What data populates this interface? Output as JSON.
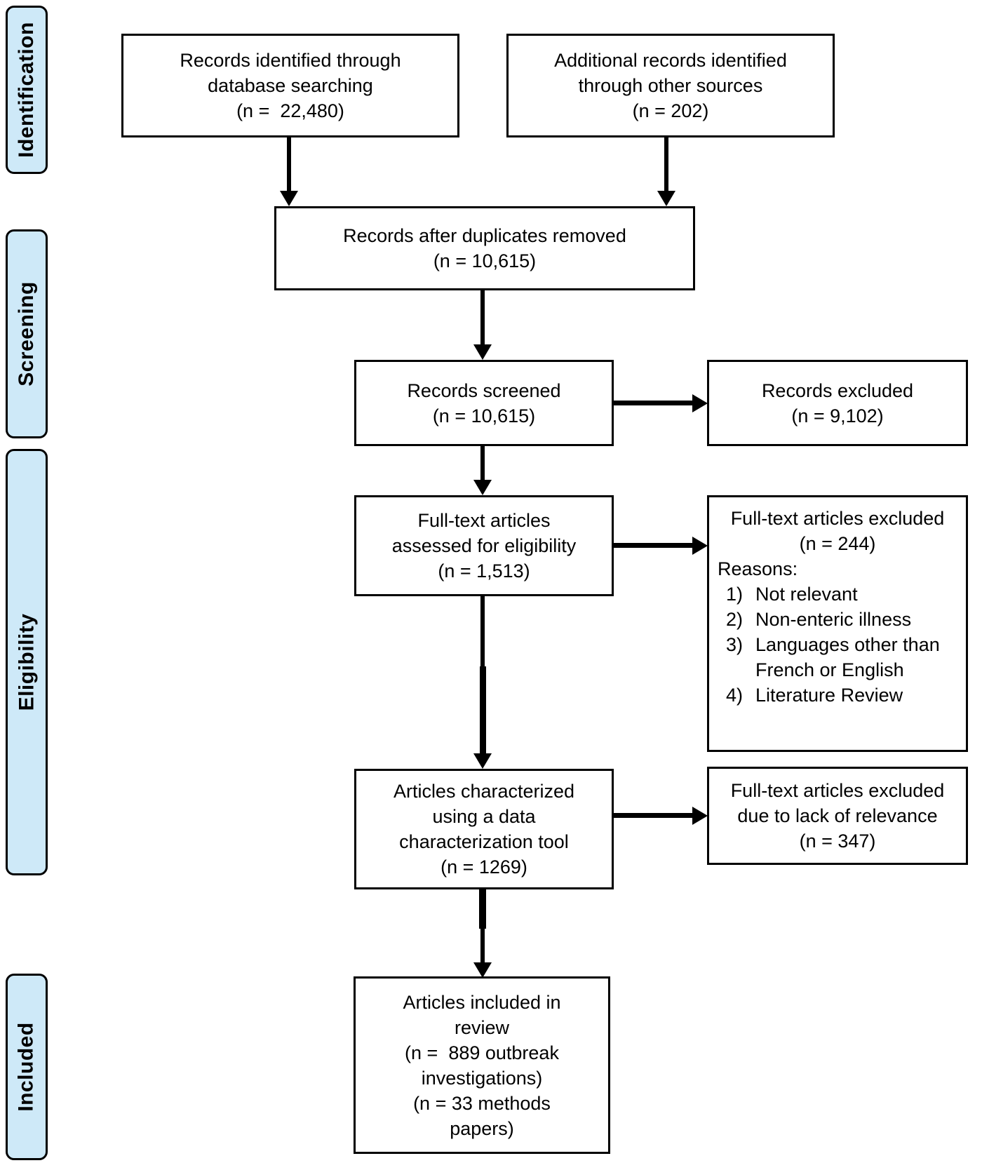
{
  "palette": {
    "stage_fill": "#cee9f8",
    "stage_border": "#000000",
    "box_fill": "#ffffff",
    "box_border": "#000000",
    "arrow": "#000000"
  },
  "stages": [
    {
      "label": "Identification"
    },
    {
      "label": "Screening"
    },
    {
      "label": "Eligibility"
    },
    {
      "label": "Included"
    }
  ],
  "boxes": {
    "identified": {
      "lines": [
        "Records identified through",
        "database searching",
        "(n =  22,480)"
      ]
    },
    "additional": {
      "lines": [
        "Additional records identified",
        "through other sources",
        "(n = 202)"
      ]
    },
    "deduplicated": {
      "lines": [
        "Records after duplicates removed",
        "(n = 10,615)"
      ]
    },
    "screened": {
      "lines": [
        "Records screened",
        "(n = 10,615)"
      ]
    },
    "records_excluded": {
      "lines": [
        "Records excluded",
        "(n = 9,102)"
      ]
    },
    "fulltext_assessed": {
      "lines": [
        "Full-text articles",
        "assessed for eligibility",
        "(n = 1,513)"
      ]
    },
    "fulltext_excluded": {
      "title_lines": [
        "Full-text articles excluded",
        "(n = 244)"
      ],
      "reasons_label": "Reasons:",
      "reasons": [
        {
          "num": "1)",
          "text": "Not relevant"
        },
        {
          "num": "2)",
          "text": "Non-enteric illness"
        },
        {
          "num": "3)",
          "text": "Languages other than French or English"
        },
        {
          "num": "4)",
          "text": "Literature Review"
        }
      ]
    },
    "characterized": {
      "lines": [
        "Articles characterized",
        "using a data",
        "characterization tool",
        "(n = 1269)"
      ]
    },
    "lack_relevance": {
      "lines": [
        "Full-text articles excluded",
        "due to lack of relevance",
        "(n = 347)"
      ]
    },
    "included_review": {
      "lines": [
        "Articles included in",
        "review",
        "(n =  889 outbreak",
        "investigations)",
        "(n = 33 methods",
        "papers)"
      ]
    }
  }
}
